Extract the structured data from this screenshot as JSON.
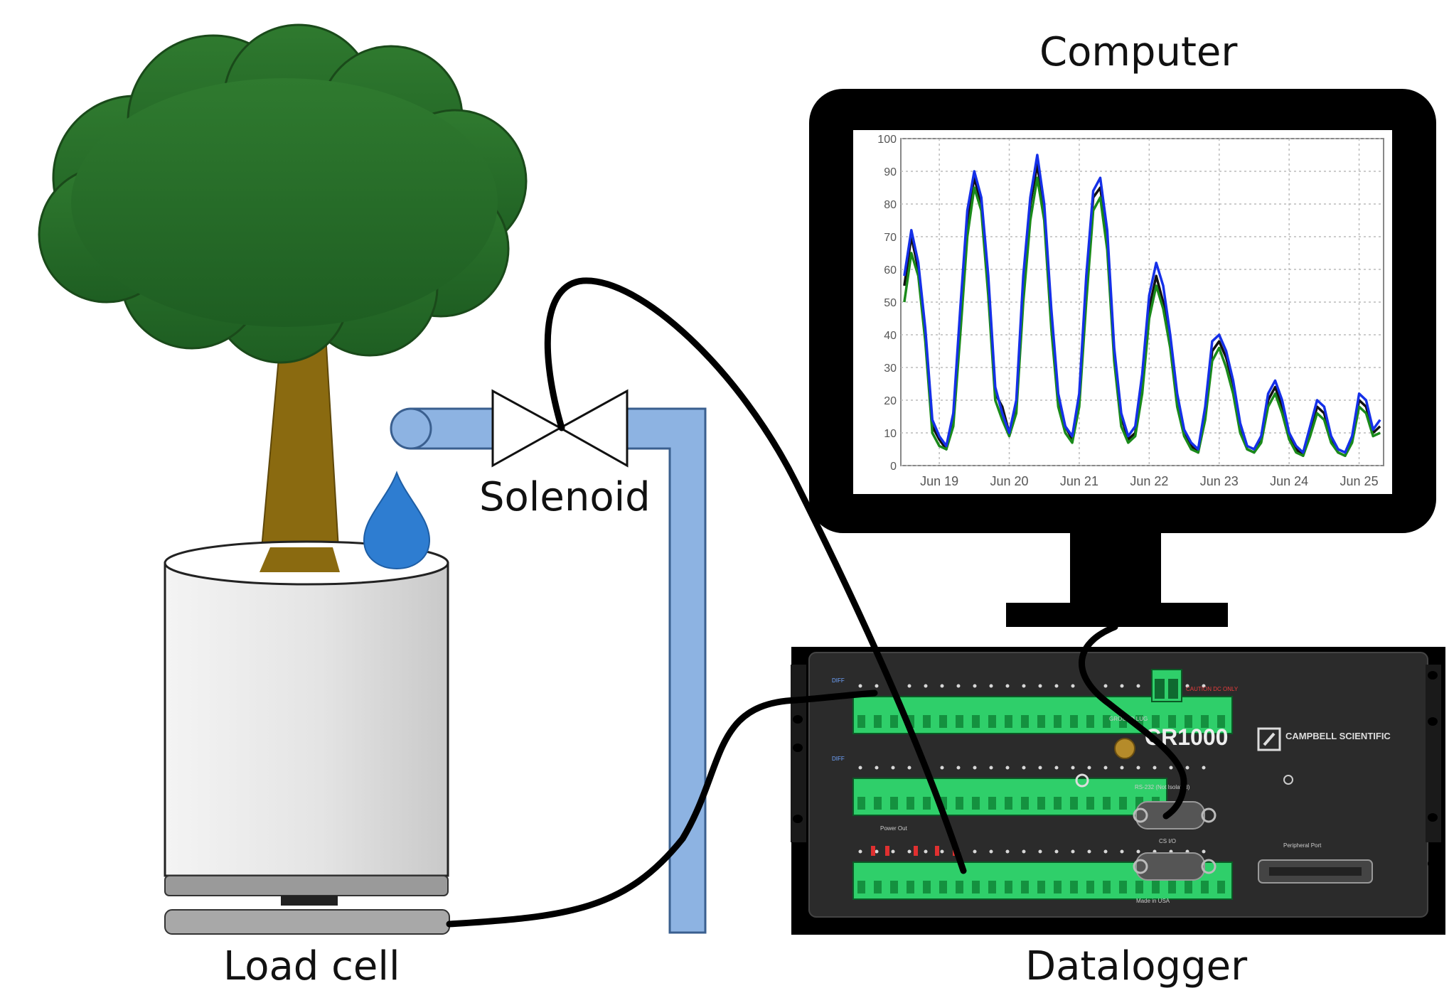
{
  "labels": {
    "computer": "Computer",
    "solenoid": "Solenoid",
    "load_cell": "Load cell",
    "datalogger": "Datalogger"
  },
  "colors": {
    "foliage": "#2f7a2f",
    "trunk": "#8a6a10",
    "pipe": "#8db3e2",
    "water_drop": "#2e7dd1",
    "cable": "#000000",
    "logger_body": "#2b2b2b",
    "terminal": "#2fcf6a",
    "series_black": "#111111",
    "series_green": "#1a8a1a",
    "series_blue": "#1530e8"
  },
  "datalogger": {
    "model": "CR1000",
    "brand": "CAMPBELL SCIENTIFIC",
    "caution": "CAUTION DC ONLY",
    "port_rs232": "RS-232 (Not Isolated)",
    "port_cs_io": "CS I/O",
    "made_in": "Made in USA",
    "peripheral_port": "Peripheral Port",
    "power_out": "Power Out",
    "ground_lug": "GROUND LUG",
    "diff": "DIFF"
  },
  "chart_data": {
    "type": "line",
    "title": "",
    "xlabel": "",
    "ylabel": "",
    "ylim": [
      0,
      100
    ],
    "yticks": [
      "0",
      "10",
      "20",
      "30",
      "40",
      "50",
      "60",
      "70",
      "80",
      "90",
      "100"
    ],
    "xticks": [
      "Jun 19",
      "Jun 20",
      "Jun 21",
      "Jun 22",
      "Jun 23",
      "Jun 24",
      "Jun 25"
    ],
    "x_range_days": [
      18.45,
      25.35
    ],
    "grid": true,
    "series": [
      {
        "color": "#111111",
        "x": [
          18.5,
          18.6,
          18.7,
          18.8,
          18.9,
          19.0,
          19.1,
          19.2,
          19.3,
          19.4,
          19.5,
          19.6,
          19.7,
          19.8,
          19.9,
          20.0,
          20.1,
          20.2,
          20.3,
          20.4,
          20.5,
          20.6,
          20.7,
          20.8,
          20.9,
          21.0,
          21.1,
          21.2,
          21.3,
          21.4,
          21.5,
          21.6,
          21.7,
          21.8,
          21.9,
          22.0,
          22.1,
          22.2,
          22.3,
          22.4,
          22.5,
          22.6,
          22.7,
          22.8,
          22.9,
          23.0,
          23.1,
          23.2,
          23.3,
          23.4,
          23.5,
          23.6,
          23.7,
          23.8,
          23.9,
          24.0,
          24.1,
          24.2,
          24.3,
          24.4,
          24.5,
          24.6,
          24.7,
          24.8,
          24.9,
          25.0,
          25.1,
          25.2,
          25.3
        ],
        "y": [
          55,
          70,
          60,
          40,
          12,
          8,
          5,
          15,
          45,
          75,
          88,
          80,
          55,
          22,
          18,
          10,
          18,
          55,
          80,
          92,
          78,
          45,
          20,
          12,
          8,
          20,
          55,
          82,
          85,
          70,
          35,
          15,
          8,
          10,
          25,
          48,
          58,
          50,
          38,
          20,
          10,
          6,
          4,
          15,
          35,
          38,
          33,
          25,
          12,
          5,
          4,
          8,
          20,
          24,
          18,
          9,
          5,
          3,
          10,
          18,
          16,
          8,
          4,
          3,
          8,
          20,
          18,
          10,
          12
        ]
      },
      {
        "color": "#1a8a1a",
        "x": [
          18.5,
          18.6,
          18.7,
          18.8,
          18.9,
          19.0,
          19.1,
          19.2,
          19.3,
          19.4,
          19.5,
          19.6,
          19.7,
          19.8,
          19.9,
          20.0,
          20.1,
          20.2,
          20.3,
          20.4,
          20.5,
          20.6,
          20.7,
          20.8,
          20.9,
          21.0,
          21.1,
          21.2,
          21.3,
          21.4,
          21.5,
          21.6,
          21.7,
          21.8,
          21.9,
          22.0,
          22.1,
          22.2,
          22.3,
          22.4,
          22.5,
          22.6,
          22.7,
          22.8,
          22.9,
          23.0,
          23.1,
          23.2,
          23.3,
          23.4,
          23.5,
          23.6,
          23.7,
          23.8,
          23.9,
          24.0,
          24.1,
          24.2,
          24.3,
          24.4,
          24.5,
          24.6,
          24.7,
          24.8,
          24.9,
          25.0,
          25.1,
          25.2,
          25.3
        ],
        "y": [
          50,
          65,
          58,
          38,
          10,
          6,
          5,
          12,
          40,
          70,
          85,
          78,
          52,
          20,
          14,
          9,
          16,
          50,
          75,
          88,
          75,
          42,
          18,
          10,
          7,
          18,
          50,
          78,
          82,
          66,
          32,
          12,
          7,
          9,
          22,
          45,
          55,
          48,
          36,
          18,
          9,
          5,
          4,
          14,
          32,
          36,
          30,
          22,
          10,
          5,
          4,
          7,
          18,
          22,
          16,
          8,
          4,
          3,
          9,
          16,
          14,
          7,
          4,
          3,
          7,
          18,
          16,
          9,
          10
        ]
      },
      {
        "color": "#1530e8",
        "x": [
          18.5,
          18.6,
          18.7,
          18.8,
          18.9,
          19.0,
          19.1,
          19.2,
          19.3,
          19.4,
          19.5,
          19.6,
          19.7,
          19.8,
          19.9,
          20.0,
          20.1,
          20.2,
          20.3,
          20.4,
          20.5,
          20.6,
          20.7,
          20.8,
          20.9,
          21.0,
          21.1,
          21.2,
          21.3,
          21.4,
          21.5,
          21.6,
          21.7,
          21.8,
          21.9,
          22.0,
          22.1,
          22.2,
          22.3,
          22.4,
          22.5,
          22.6,
          22.7,
          22.8,
          22.9,
          23.0,
          23.1,
          23.2,
          23.3,
          23.4,
          23.5,
          23.6,
          23.7,
          23.8,
          23.9,
          24.0,
          24.1,
          24.2,
          24.3,
          24.4,
          24.5,
          24.6,
          24.7,
          24.8,
          24.9,
          25.0,
          25.1,
          25.2,
          25.3
        ],
        "y": [
          58,
          72,
          62,
          42,
          14,
          9,
          6,
          16,
          48,
          78,
          90,
          82,
          58,
          24,
          16,
          10,
          20,
          58,
          82,
          95,
          80,
          48,
          22,
          12,
          9,
          22,
          58,
          84,
          88,
          72,
          36,
          16,
          9,
          12,
          28,
          52,
          62,
          55,
          40,
          22,
          11,
          7,
          5,
          18,
          38,
          40,
          35,
          26,
          13,
          6,
          5,
          9,
          22,
          26,
          20,
          10,
          6,
          4,
          12,
          20,
          18,
          9,
          5,
          4,
          9,
          22,
          20,
          11,
          14
        ]
      }
    ]
  }
}
